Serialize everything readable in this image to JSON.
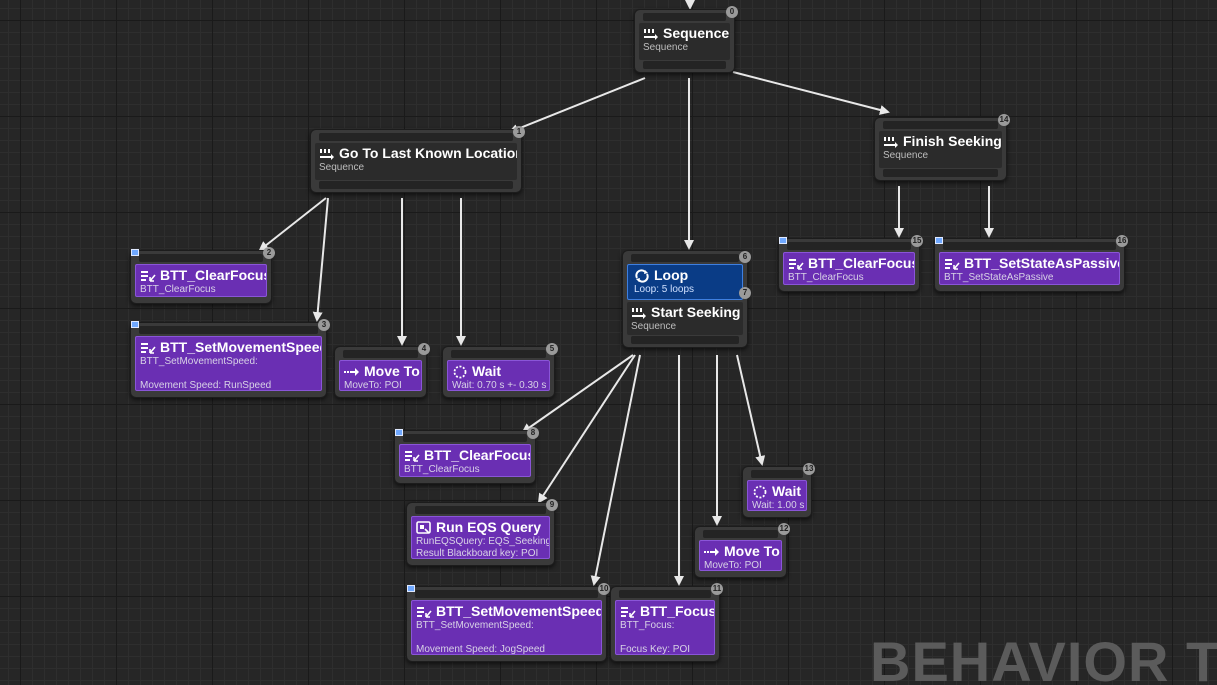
{
  "watermark": "BEHAVIOR TR",
  "nodes": {
    "root_sequence": {
      "title": "Sequence",
      "sub": "Sequence",
      "badge": "0"
    },
    "go_to_last": {
      "title": "Go To Last Known Location",
      "sub": "Sequence",
      "badge": "1"
    },
    "finish_seeking": {
      "title": "Finish Seeking",
      "sub": "Sequence",
      "badge": "14"
    },
    "clearfocus_1": {
      "title": "BTT_ClearFocus",
      "sub": "BTT_ClearFocus",
      "badge": "2"
    },
    "setmovement_1": {
      "title": "BTT_SetMovementSpeed",
      "sub": "BTT_SetMovementSpeed:",
      "sub2": "Movement Speed: RunSpeed",
      "badge": "3"
    },
    "moveto_1": {
      "title": "Move To",
      "sub": "MoveTo: POI",
      "badge": "4"
    },
    "wait_1": {
      "title": "Wait",
      "sub": "Wait: 0.70 s +- 0.30 s",
      "badge": "5"
    },
    "loop": {
      "title": "Loop",
      "sub": "Loop: 5 loops",
      "badge": "6"
    },
    "start_seeking": {
      "title": "Start Seeking",
      "sub": "Sequence",
      "badge": "7"
    },
    "clearfocus_2": {
      "title": "BTT_ClearFocus",
      "sub": "BTT_ClearFocus",
      "badge": "8"
    },
    "run_eqs": {
      "title": "Run EQS Query",
      "sub": "RunEQSQuery: EQS_Seeking",
      "sub2": "Result Blackboard key: POI",
      "badge": "9"
    },
    "setmovement_2": {
      "title": "BTT_SetMovementSpeed",
      "sub": "BTT_SetMovementSpeed:",
      "sub2": "Movement Speed: JogSpeed",
      "badge": "10"
    },
    "focus": {
      "title": "BTT_Focus",
      "sub": "BTT_Focus:",
      "sub2": "Focus Key: POI",
      "badge": "11"
    },
    "moveto_2": {
      "title": "Move To",
      "sub": "MoveTo: POI",
      "badge": "12"
    },
    "wait_2": {
      "title": "Wait",
      "sub": "Wait: 1.00 s",
      "badge": "13"
    },
    "clearfocus_3": {
      "title": "BTT_ClearFocus",
      "sub": "BTT_ClearFocus",
      "badge": "15"
    },
    "setstate_passive": {
      "title": "BTT_SetStateAsPassive",
      "sub": "BTT_SetStateAsPassive",
      "badge": "16"
    }
  }
}
